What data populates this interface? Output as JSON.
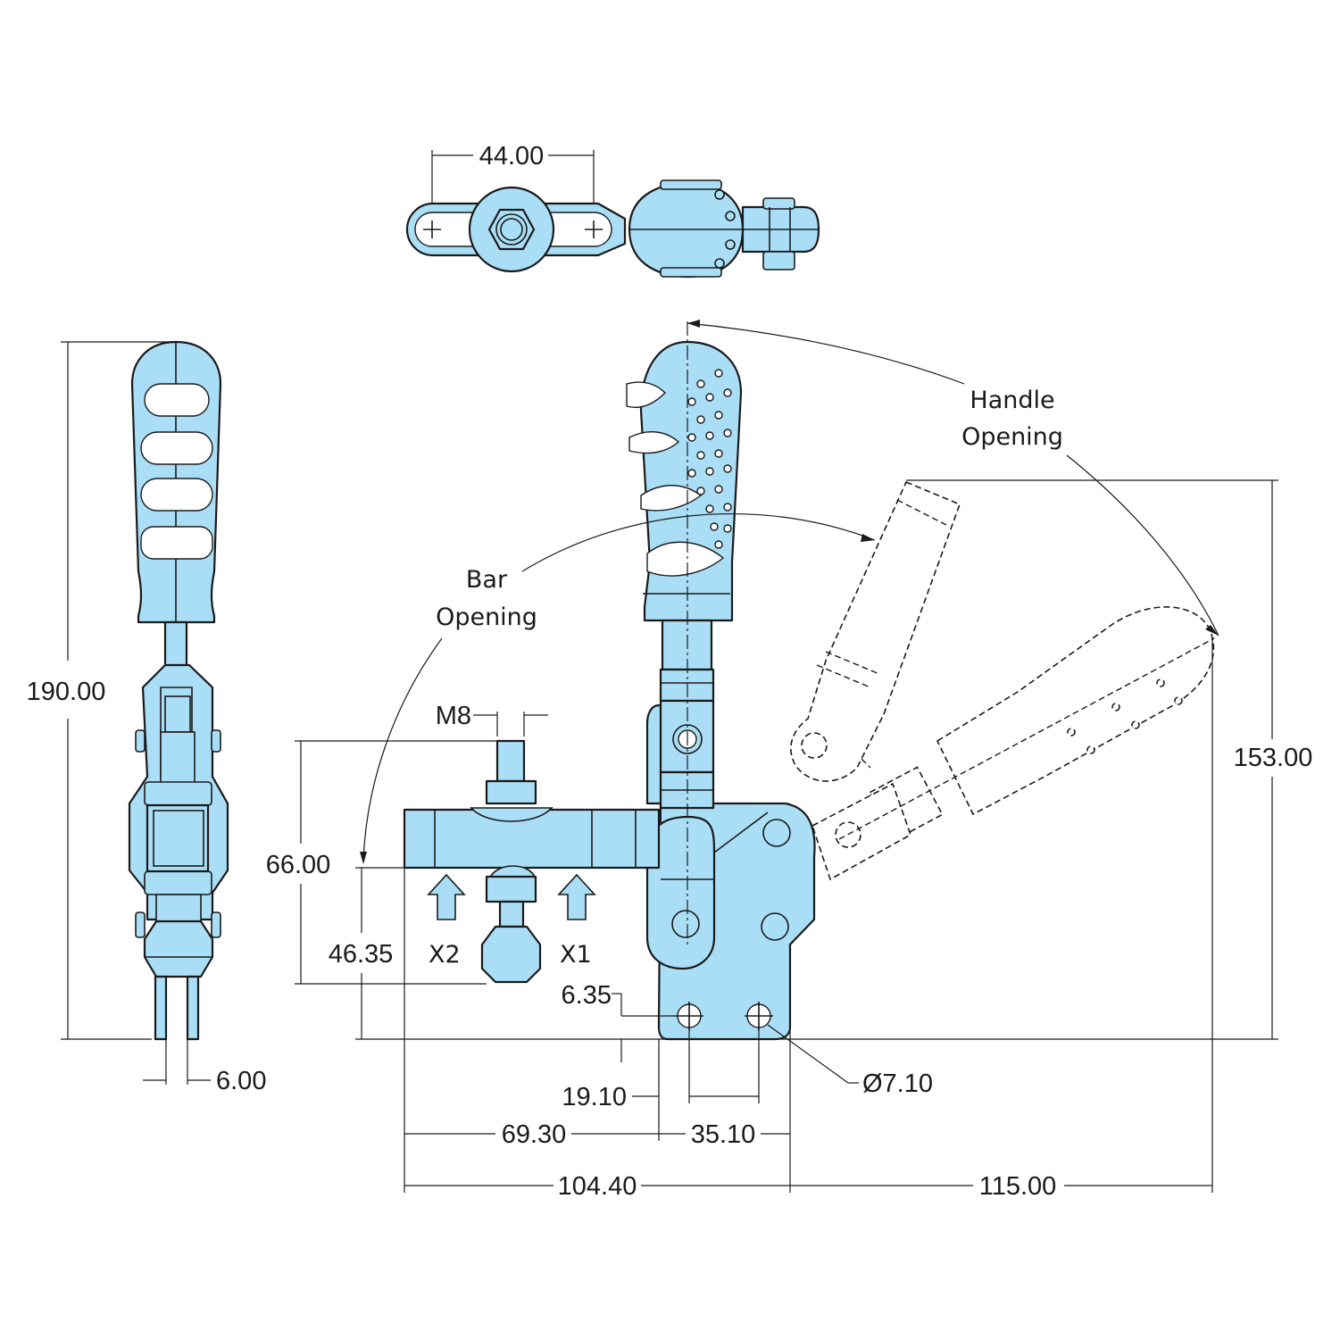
{
  "labels": {
    "handle_opening": [
      "Handle",
      "Opening"
    ],
    "bar_opening": [
      "Bar",
      "Opening"
    ],
    "x1": "X1",
    "x2": "X2",
    "thread": "M8"
  },
  "dimensions": {
    "top_hole_spacing": "44.00",
    "overall_height": "190.00",
    "finger_width": "6.00",
    "spindle_height": "66.00",
    "bar_height": "46.35",
    "base_hole_offset": "6.35",
    "hole_diameter": "Ø7.10",
    "edge_to_hole": "19.10",
    "bar_reach": "69.30",
    "hole_spacing": "35.10",
    "overall_length": "104.40",
    "handle_reach": "115.00",
    "open_height": "153.00"
  },
  "colors": {
    "part_fill": "#a9def6",
    "line": "#1a1a1a"
  }
}
